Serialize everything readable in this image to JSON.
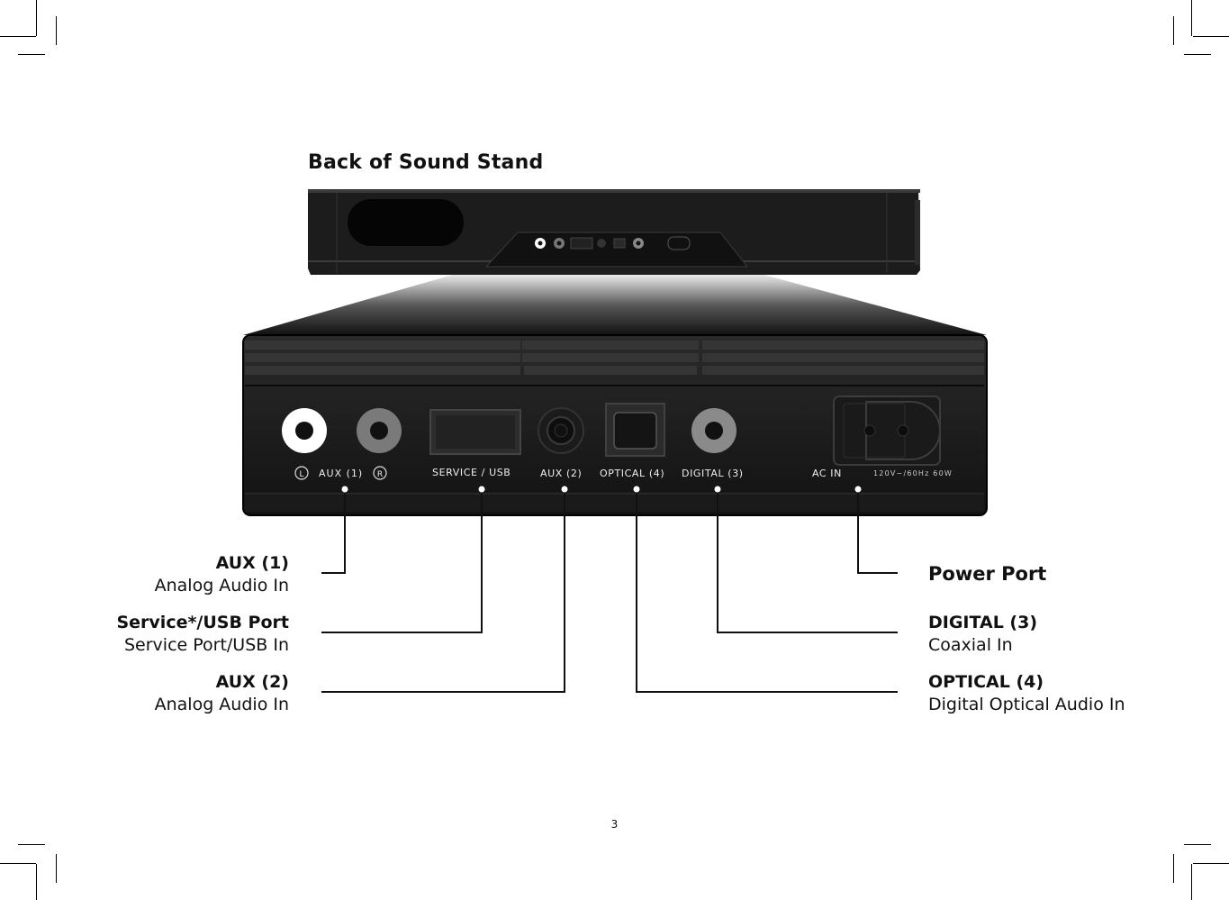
{
  "heading": "Back of Sound Stand",
  "panel_labels": {
    "left": "L",
    "aux1": "AUX (1)",
    "right": "R",
    "service_usb": "SERVICE / USB",
    "aux2": "AUX (2)",
    "optical4": "OPTICAL (4)",
    "digital3": "DIGITAL (3)",
    "ac_in": "AC IN",
    "rating": "120V~/60Hz 60W"
  },
  "callouts": {
    "aux1": {
      "title": "AUX (1)",
      "desc": "Analog Audio In"
    },
    "service": {
      "title": "Service*/USB Port",
      "desc": "Service Port/USB In"
    },
    "aux2": {
      "title": "AUX (2)",
      "desc": "Analog Audio In"
    },
    "power": {
      "title": "Power Port"
    },
    "digital": {
      "title": "DIGITAL (3)",
      "desc": "Coaxial In"
    },
    "optical": {
      "title": "OPTICAL (4)",
      "desc": "Digital Optical Audio In"
    }
  },
  "page_number": "3"
}
